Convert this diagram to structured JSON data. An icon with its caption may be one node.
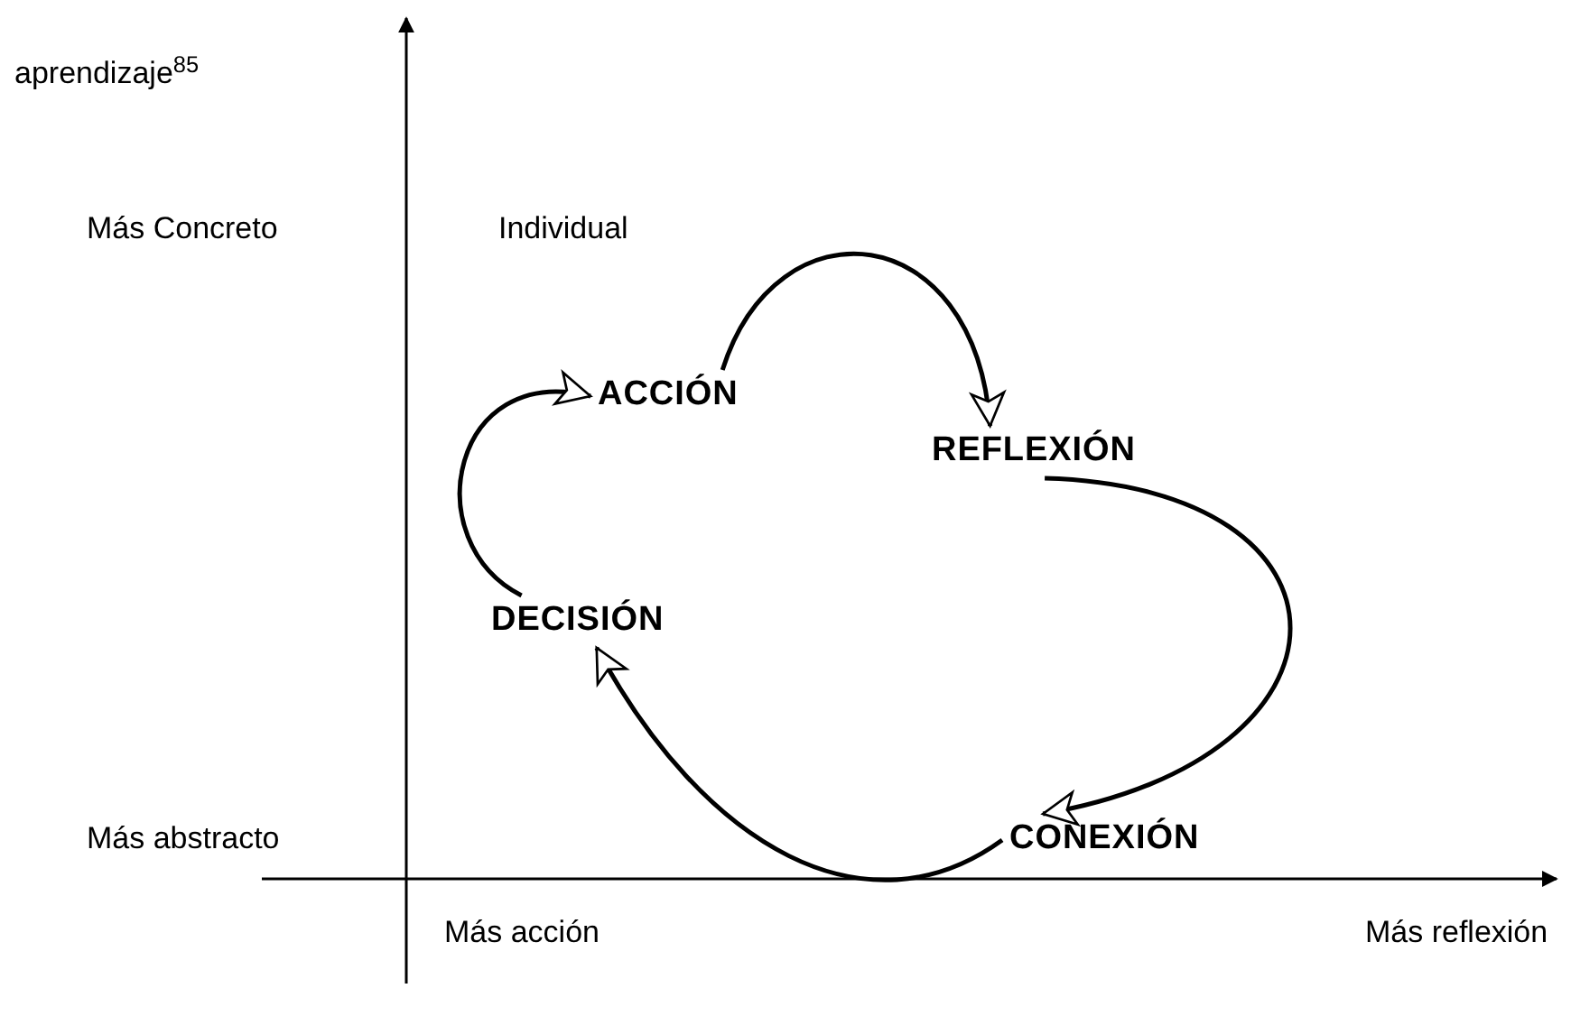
{
  "diagram": {
    "nodes": [
      {
        "text": [
          "ACCIÓN"
        ]
      },
      {
        "text": [
          "REFLEXIÓN"
        ]
      },
      {
        "text": [
          "CONEXIÓN"
        ]
      },
      {
        "text": [
          "DECISIÓN"
        ]
      }
    ],
    "edges": [
      {
        "from": 0,
        "to": 1,
        "arrow": "to"
      },
      {
        "from": 1,
        "to": 2,
        "arrow": "to"
      },
      {
        "from": 2,
        "to": 3,
        "arrow": "to"
      },
      {
        "from": 3,
        "to": 0,
        "arrow": "to"
      }
    ],
    "labels": [
      "aprendizaje$^{85}$",
      "Más Concreto",
      "Individual",
      "Más abstracto",
      "Más acción",
      "Más reflexión"
    ]
  }
}
